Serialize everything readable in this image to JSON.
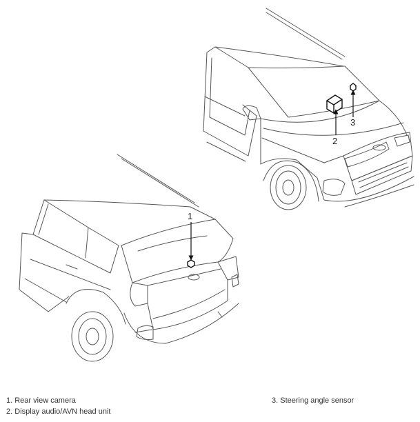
{
  "callouts": {
    "c1": "1",
    "c2": "2",
    "c3": "3"
  },
  "legend": {
    "item1": "1. Rear view camera",
    "item2": "2. Display audio/AVN head unit",
    "item3": "3. Steering angle sensor"
  }
}
